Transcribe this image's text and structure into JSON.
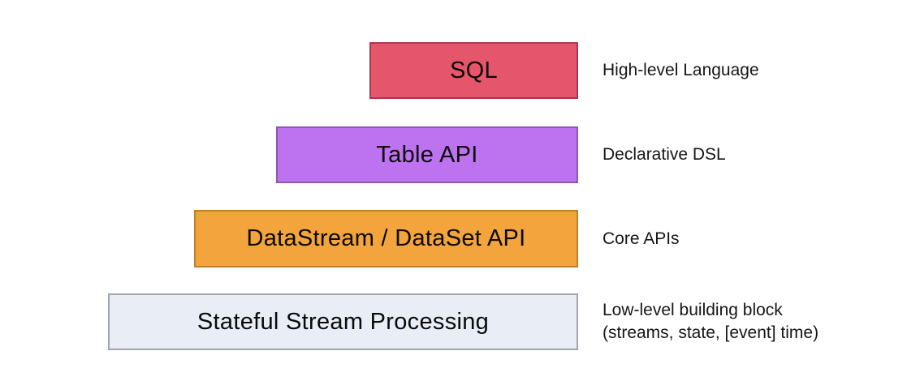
{
  "diagram": {
    "layers": [
      {
        "name": "SQL",
        "annotation": "High-level Language",
        "fill": "#e5566b",
        "border": "#a23b52",
        "text_color": "#0a0a0a"
      },
      {
        "name": "Table API",
        "annotation": "Declarative DSL",
        "fill": "#bd72ef",
        "border": "#9057b0",
        "text_color": "#0a0a0a"
      },
      {
        "name": "DataStream / DataSet API",
        "annotation": "Core APIs",
        "fill": "#f3a43c",
        "border": "#c0802b",
        "text_color": "#0a0a0a"
      },
      {
        "name": "Stateful Stream Processing",
        "annotation": "Low-level building block\n(streams, state, [event] time)",
        "fill": "#e9edf6",
        "border": "#a2a3ab",
        "text_color": "#0a0a0a"
      }
    ]
  }
}
